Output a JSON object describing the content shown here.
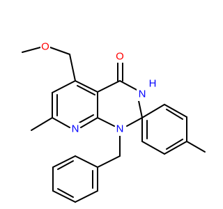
{
  "molecule": {
    "atoms": {
      "o_methoxy": {
        "symbol": "O",
        "color": "#ff0000"
      },
      "o_carbonyl": {
        "symbol": "O",
        "color": "#ff0000"
      },
      "n_amide": {
        "symbol": "N",
        "color": "#0000ff"
      },
      "h_amide": {
        "symbol": "H",
        "color": "#0000ff"
      },
      "n_ring1": {
        "symbol": "N",
        "color": "#0000ff"
      },
      "n_pyridine": {
        "symbol": "N",
        "color": "#0000ff"
      }
    }
  }
}
